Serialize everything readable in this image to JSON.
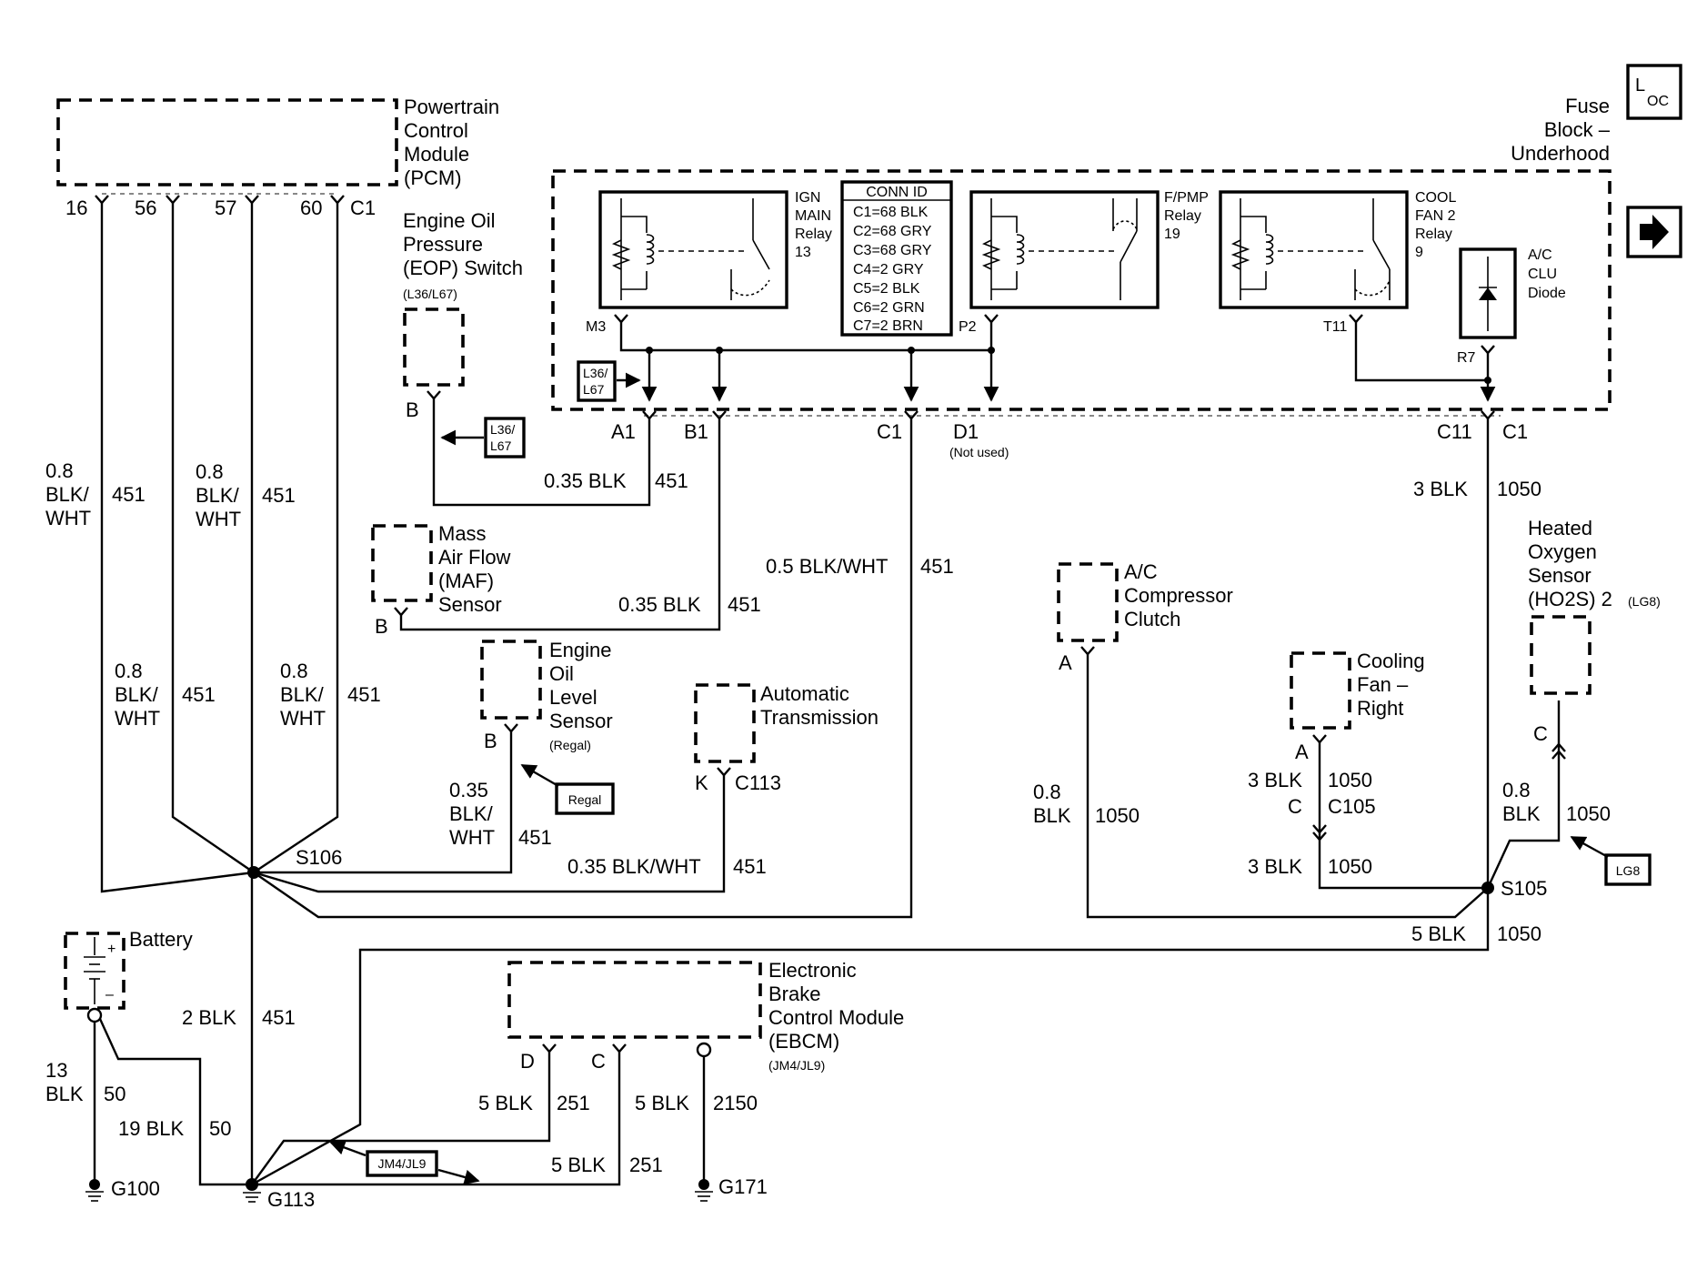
{
  "modules": {
    "pcm": {
      "lines": [
        "Powertrain",
        "Control",
        "Module",
        "(PCM)"
      ],
      "pins": [
        "16",
        "56",
        "57",
        "60",
        "C1"
      ]
    },
    "fuse_block": {
      "lines": [
        "Fuse",
        "Block –",
        "Underhood"
      ]
    },
    "loc_symbol": {
      "main": "L",
      "sub": "OC"
    },
    "ign_relay": {
      "lines": [
        "IGN",
        "MAIN",
        "Relay",
        "13"
      ],
      "pin": "M3"
    },
    "conn_id": {
      "title": "CONN ID",
      "rows": [
        "C1=68 BLK",
        "C2=68 GRY",
        "C3=68 GRY",
        "C4=2 GRY",
        "C5=2 BLK",
        "C6=2 GRN",
        "C7=2 BRN"
      ]
    },
    "fpmp_relay": {
      "lines": [
        "F/PMP",
        "Relay",
        "19"
      ],
      "pin": "P2"
    },
    "cool_relay": {
      "lines": [
        "COOL",
        "FAN 2",
        "Relay",
        "9"
      ],
      "pin": "T11"
    },
    "ac_diode": {
      "lines": [
        "A/C",
        "CLU",
        "Diode"
      ],
      "pin": "R7"
    },
    "fuse_pins": {
      "a1": "A1",
      "b1": "B1",
      "c1": "C1",
      "d1": "D1",
      "d1_note": "(Not used)",
      "c11": "C11",
      "c1b": "C1"
    },
    "eop": {
      "lines": [
        "Engine Oil",
        "Pressure",
        "(EOP) Switch"
      ],
      "option": "(L36/L67)",
      "pin": "B"
    },
    "maf": {
      "lines": [
        "Mass",
        "Air Flow",
        "(MAF)",
        "Sensor"
      ],
      "pin": "B"
    },
    "eol": {
      "lines": [
        "Engine",
        "Oil",
        "Level",
        "Sensor"
      ],
      "option": "(Regal)",
      "pin": "B"
    },
    "trans": {
      "lines": [
        "Automatic",
        "Transmission"
      ],
      "pin": "K",
      "connector": "C113"
    },
    "ac_clutch": {
      "lines": [
        "A/C",
        "Compressor",
        "Clutch"
      ],
      "pin": "A"
    },
    "cool_fan": {
      "lines": [
        "Cooling",
        "Fan –",
        "Right"
      ],
      "pin_a": "A",
      "pin_c": "C",
      "connector": "C105"
    },
    "ho2s": {
      "lines": [
        "Heated",
        "Oxygen",
        "Sensor",
        "(HO2S) 2"
      ],
      "option": "(LG8)",
      "pin": "C"
    },
    "battery": {
      "label": "Battery",
      "plus": "+",
      "minus": "–"
    },
    "ebcm": {
      "lines": [
        "Electronic",
        "Brake",
        "Control Module",
        "(EBCM)"
      ],
      "option": "(JM4/JL9)",
      "pin_d": "D",
      "pin_c": "C"
    }
  },
  "tags": {
    "l36_fuse": [
      "L36/",
      "L67"
    ],
    "l36_eop": [
      "L36/",
      "L67"
    ],
    "regal": "Regal",
    "lg8": "LG8",
    "jm4": "JM4/JL9"
  },
  "splices": {
    "s106": "S106",
    "s105": "S105"
  },
  "grounds": {
    "g100": "G100",
    "g113": "G113",
    "g171": "G171"
  },
  "wires": {
    "pcm16": {
      "size": "0.8",
      "color": [
        "BLK/",
        "WHT"
      ],
      "circuit": "451"
    },
    "pcm56": {
      "size": "0.8",
      "color": [
        "BLK/",
        "WHT"
      ],
      "circuit": "451"
    },
    "pcm57": {
      "size": "0.8",
      "color": [
        "BLK/",
        "WHT"
      ],
      "circuit": "451"
    },
    "pcm60": {
      "size": "0.8",
      "color": [
        "BLK/",
        "WHT"
      ],
      "circuit": "451"
    },
    "pcm_top": {
      "size": "0.8",
      "color": [
        "BLK/",
        "WHT"
      ],
      "circuit": "451"
    },
    "eop_a1": {
      "spec": "0.35 BLK",
      "circuit": "451"
    },
    "maf_b1": {
      "spec": "0.35 BLK",
      "circuit": "451"
    },
    "c1_main": {
      "spec": "0.5 BLK/WHT",
      "circuit": "451"
    },
    "eol": {
      "size": "0.35",
      "color": [
        "BLK/",
        "WHT"
      ],
      "circuit": "451"
    },
    "trans": {
      "spec": "0.35 BLK/WHT",
      "circuit": "451"
    },
    "s106_g113": {
      "spec": "2 BLK",
      "circuit": "451"
    },
    "c11": {
      "spec": "3 BLK",
      "circuit": "1050"
    },
    "ac_clutch": {
      "size": "0.8",
      "color": "BLK",
      "circuit": "1050"
    },
    "fan_a": {
      "spec": "3 BLK",
      "circuit": "1050"
    },
    "fan_c": {
      "spec": "3 BLK",
      "circuit": "1050"
    },
    "ho2s": {
      "size": "0.8",
      "color": "BLK",
      "circuit": "1050"
    },
    "s105_g113": {
      "spec": "5 BLK",
      "circuit": "1050"
    },
    "batt": {
      "size": "13",
      "color": "BLK",
      "circuit": "50"
    },
    "batt_g113": {
      "spec": "19 BLK",
      "circuit": "50"
    },
    "ebcm_d": {
      "spec": "5 BLK",
      "circuit": "251"
    },
    "ebcm_c": {
      "spec": "5 BLK",
      "circuit": "251"
    },
    "ebcm_g171": {
      "spec": "5 BLK",
      "circuit": "2150"
    }
  }
}
